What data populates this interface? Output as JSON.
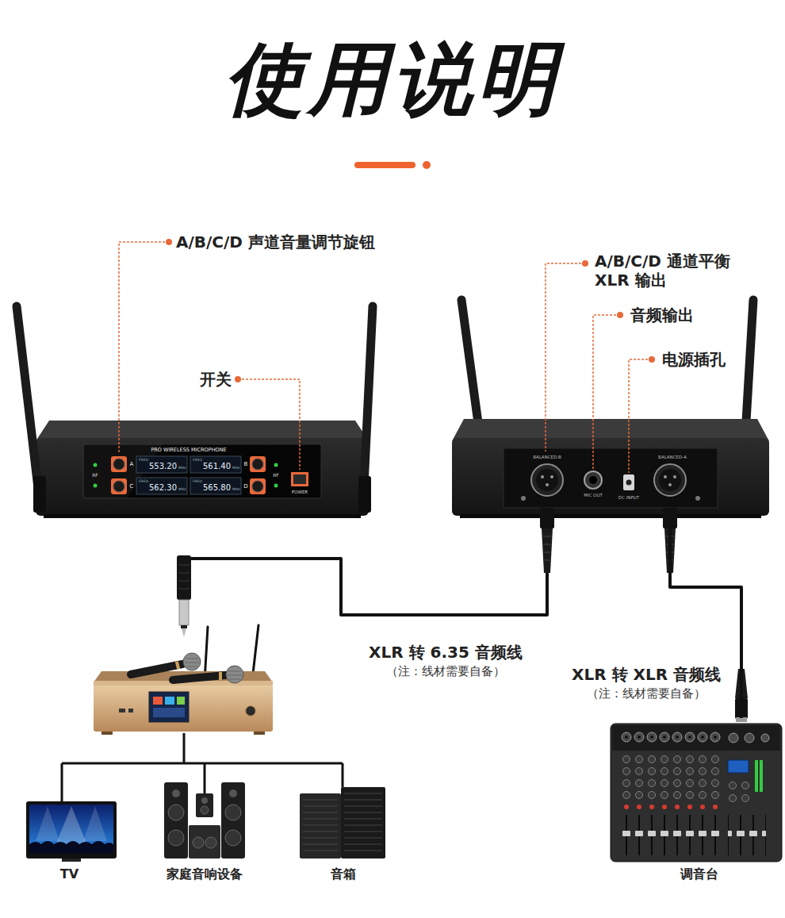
{
  "diagram": {
    "title": "使用说明",
    "nodes": [
      {
        "text": [
          "PRO WIRELESS MICROPHONE",
          "POWER"
        ]
      },
      {
        "text": [
          "BALANCED-B",
          "MIC OUT",
          "DC INPUT",
          "BALANCED-A"
        ]
      },
      {
        "text": [
          "TV"
        ]
      },
      {
        "text": [
          "家庭音响设备"
        ]
      },
      {
        "text": [
          "音箱"
        ]
      },
      {
        "text": [
          "调音台"
        ]
      }
    ],
    "edges": [
      {
        "from": 1,
        "to": 5,
        "arrow": "none",
        "label": "XLR 转 XLR 音频线"
      }
    ],
    "labels": [
      "A/B/C/D 声道音量调节旋钮",
      "开关",
      "A/B/C/D 通道平衡 XLR 输出",
      "音频输出",
      "电源插孔",
      "XLR 转 6.35 音频线",
      "（注：线材需要自备）",
      "（注：线材需要自备）",
      "RF",
      "A",
      "FREQ",
      "553.20",
      "MHz",
      "FREQ",
      "561.40",
      "MHz",
      "B",
      "RF",
      "C",
      "FREQ",
      "562.30",
      "MHz",
      "FREQ",
      "565.80",
      "MHz",
      "D"
    ]
  }
}
